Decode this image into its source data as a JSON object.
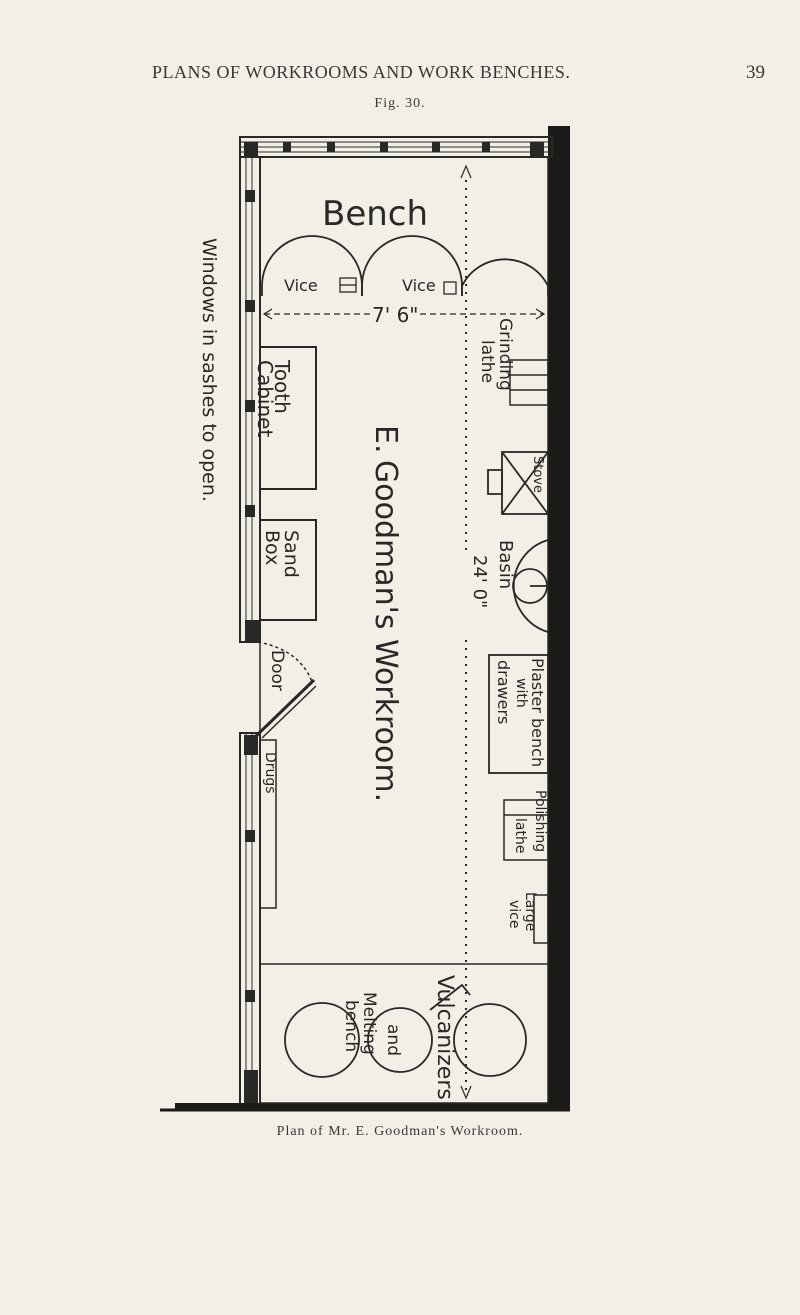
{
  "page": {
    "running_title": "PLANS OF WORKROOMS AND WORK BENCHES.",
    "page_number": "39",
    "figure_label": "Fig. 30.",
    "caption": "Plan of Mr. E. Goodman's Workroom."
  },
  "plan": {
    "bench": "Bench",
    "vice_left": "Vice",
    "vice_right": "Vice",
    "width_dimension": "7' 6\"",
    "length_dimension": "24' 0\"",
    "title_initial": "E.",
    "title": "Goodman's Workroom.",
    "windows_note": "Windows in sashes to open.",
    "door": "Door",
    "tooth_cabinet": [
      "Tooth",
      "Cabinet"
    ],
    "sand_box": [
      "Sand",
      "Box"
    ],
    "drugs": "Drugs",
    "grinding_lathe": [
      "Grinding",
      "lathe"
    ],
    "stove": "Stove",
    "basin": "Basin",
    "plaster_bench": [
      "Plaster bench",
      "with",
      "drawers"
    ],
    "polishing_lathe": [
      "Polishing",
      "lathe"
    ],
    "large_vice": [
      "Large",
      "vice"
    ],
    "vulcanizers": "Vulcanizers",
    "melting_bench": [
      "Melting",
      "bench"
    ],
    "and": "and"
  }
}
